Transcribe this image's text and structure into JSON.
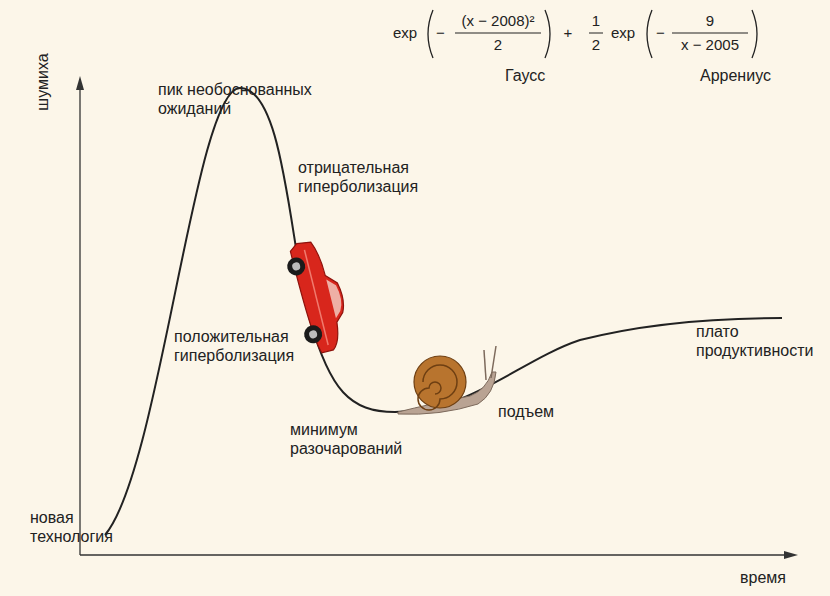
{
  "diagram": {
    "labels": [
      "шумиха",
      "exp",
      "−",
      "(x − 2008)²",
      "2",
      "+",
      "1",
      "2",
      "exp",
      "−",
      "9",
      "x − 2005",
      "Гаусс",
      "Аррениус",
      "пик необоснованных ожиданий",
      "отрицательная гиперболизация",
      "положительная гиперболизация",
      "минимум разочарований",
      "подъем",
      "плато продуктивности",
      "новая технология",
      "время"
    ]
  }
}
